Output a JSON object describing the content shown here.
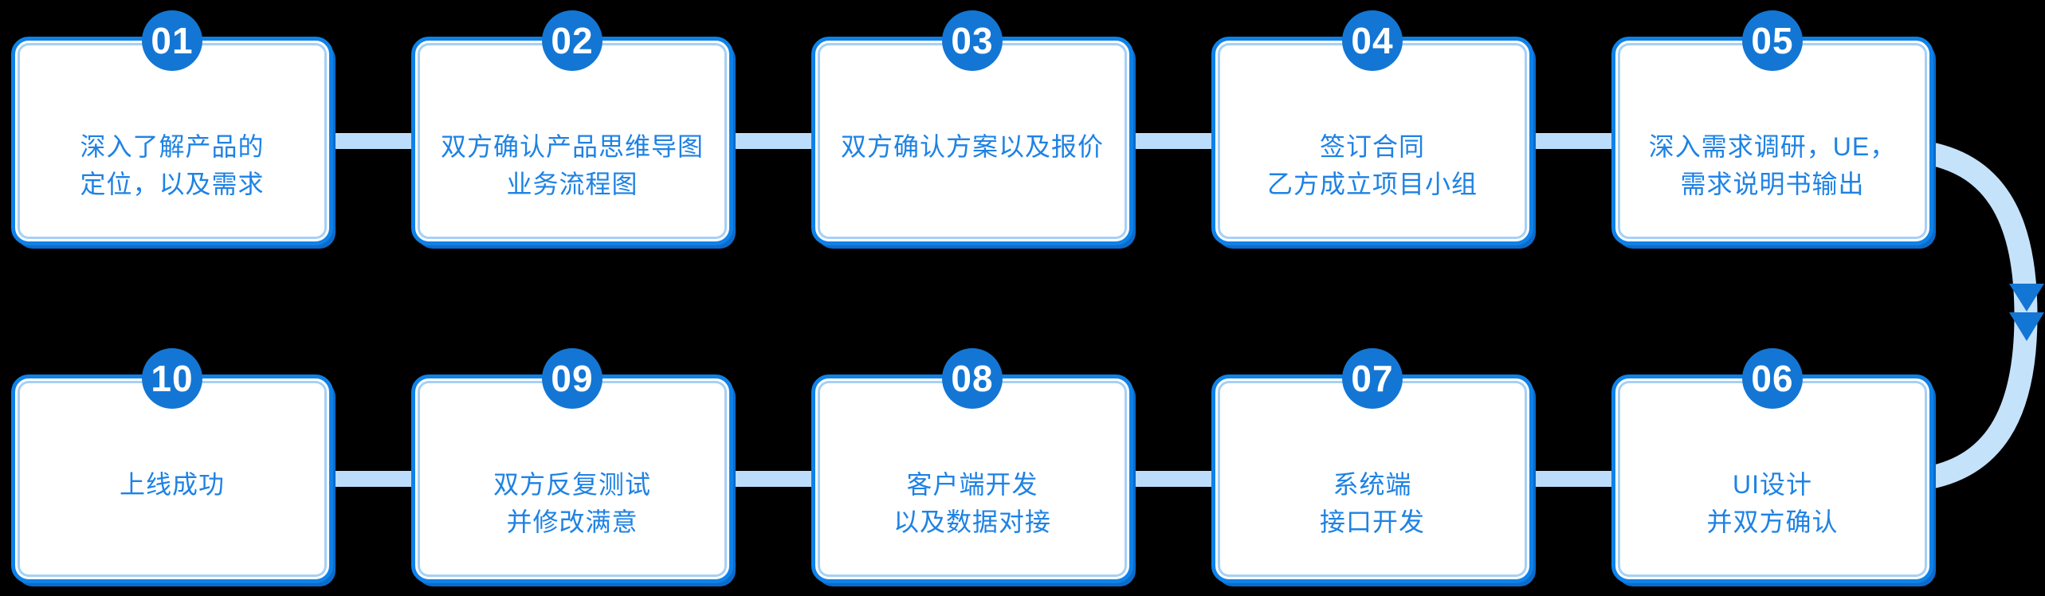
{
  "diagram": {
    "kind": "numbered-process-flow",
    "step_count": 10
  },
  "colors": {
    "background": "#000000",
    "card_bg": "#ffffff",
    "card_border": "#0f82e8",
    "badge_fill": "#1376d4",
    "badge_text": "#ffffff",
    "step_text": "#1e82e4",
    "connector": "#bbddfb",
    "arc": "#c5e2fb",
    "shadow": "#0b6bcd"
  },
  "rows": [
    {
      "steps": [
        {
          "number": "01",
          "lines": [
            "深入了解产品的",
            "定位，以及需求"
          ]
        },
        {
          "number": "02",
          "lines": [
            "双方确认产品思维导图",
            "业务流程图"
          ]
        },
        {
          "number": "03",
          "lines": [
            "双方确认方案以及报价"
          ]
        },
        {
          "number": "04",
          "lines": [
            "签订合同",
            "乙方成立项目小组"
          ]
        },
        {
          "number": "05",
          "lines": [
            "深入需求调研，UE，",
            "需求说明书输出"
          ]
        }
      ]
    },
    {
      "steps": [
        {
          "number": "10",
          "lines": [
            "上线成功"
          ]
        },
        {
          "number": "09",
          "lines": [
            "双方反复测试",
            "并修改满意"
          ]
        },
        {
          "number": "08",
          "lines": [
            "客户端开发",
            "以及数据对接"
          ]
        },
        {
          "number": "07",
          "lines": [
            "系统端",
            "接口开发"
          ]
        },
        {
          "number": "06",
          "lines": [
            "UI设计",
            "并双方确认"
          ]
        }
      ]
    }
  ],
  "arrow": {
    "from_step": "05",
    "to_step": "06",
    "direction": "down",
    "arrowhead_count": 2
  }
}
